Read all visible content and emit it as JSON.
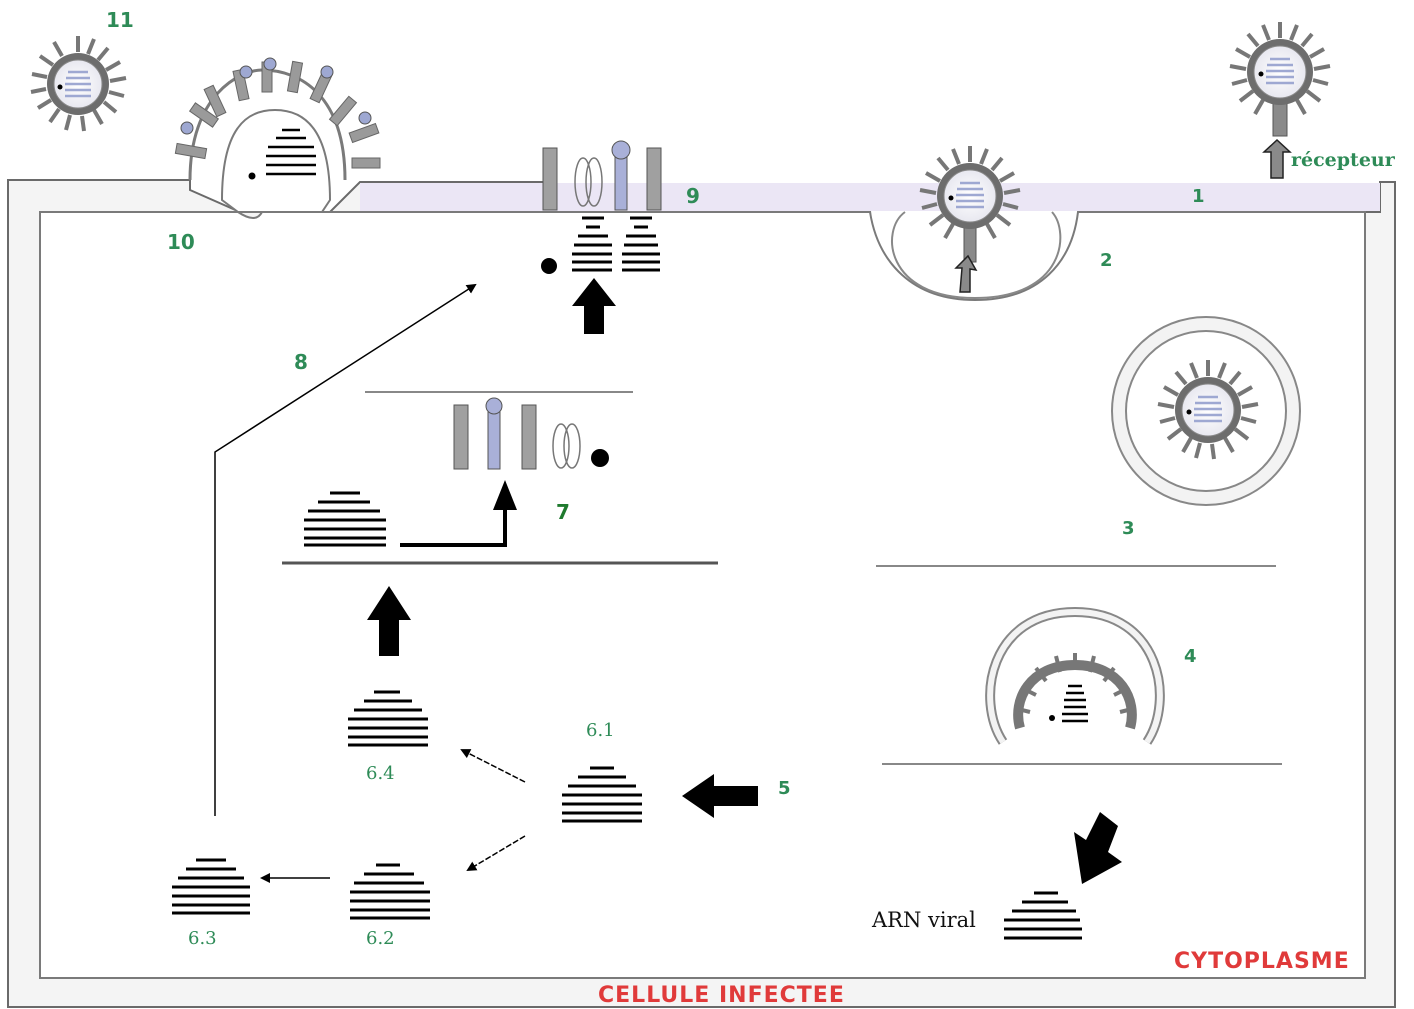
{
  "labels": {
    "n1": "1",
    "n2": "2",
    "n3": "3",
    "n4": "4",
    "n5": "5",
    "n6_1": "6.1",
    "n6_2": "6.2",
    "n6_3": "6.3",
    "n6_4": "6.4",
    "n7": "7",
    "n8": "8",
    "n9": "9",
    "n10": "10",
    "n11": "11",
    "recepteur": "récepteur",
    "arn_viral": "ARN viral",
    "cytoplasme": "CYTOPLASME",
    "cellule_infectee": "CELLULE INFECTEE"
  },
  "colors": {
    "label_green": "#2e8b57",
    "title_red": "#e03a3a",
    "membrane_fill": "#ebe6f5",
    "spike_gray": "#8a8a8a",
    "rna_blue": "#9ea8d2"
  }
}
